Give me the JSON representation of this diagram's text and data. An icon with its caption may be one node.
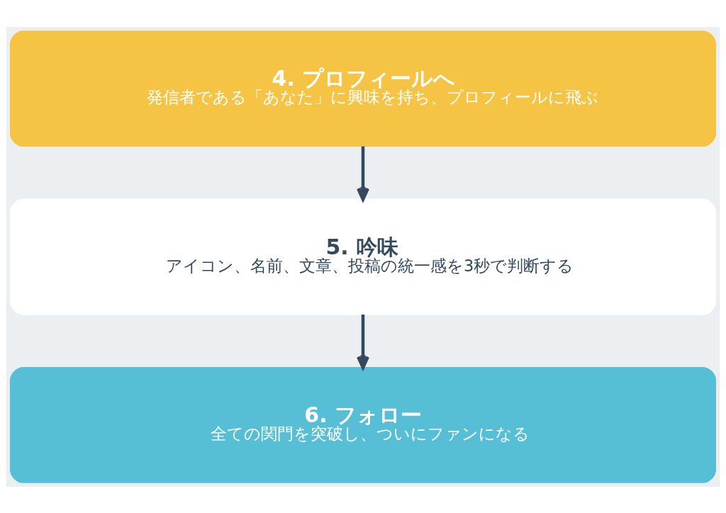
{
  "diagram": {
    "nodes": [
      {
        "text": [
          "4. プロフィールへ",
          "発信者である「あなた」に興味を持ち、プロフィールに飛ぶ"
        ]
      },
      {
        "text": [
          "5. 吟味",
          "アイコン、名前、文章、投稿の統一感を3秒で判断する"
        ]
      },
      {
        "text": [
          "6. フォロー",
          "全ての関門を突破し、ついにファンになる"
        ]
      }
    ],
    "edges": [
      {
        "from": 0,
        "to": 1,
        "arrow": "to"
      },
      {
        "from": 1,
        "to": 2,
        "arrow": "to"
      }
    ]
  }
}
